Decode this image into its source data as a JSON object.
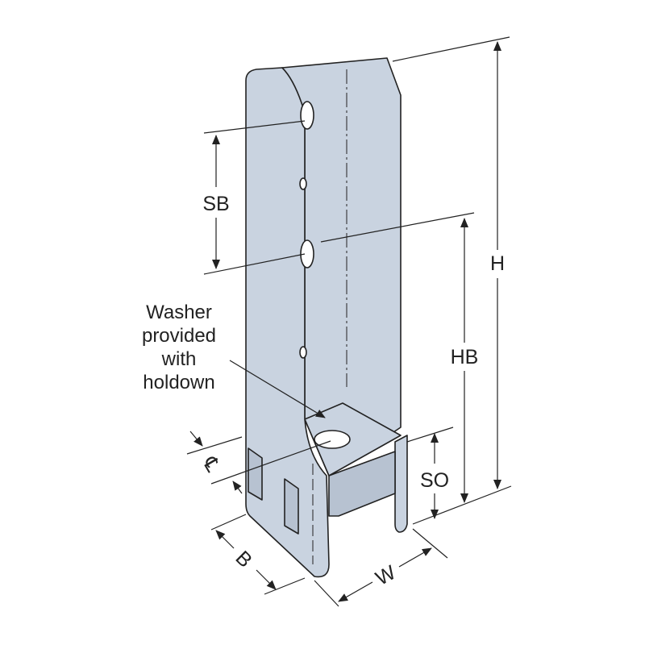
{
  "colors": {
    "metal": "#c9d3e0",
    "metal_shade": "#b7c2d1",
    "line": "#222222",
    "background": "#ffffff"
  },
  "dimensions": {
    "height": "H",
    "hole_bolt_height": "HB",
    "screw_bolt_spacing": "SB",
    "seat_offset": "SO",
    "width": "W",
    "base": "B",
    "centerline": "℄"
  },
  "callout": {
    "lines": [
      "Washer",
      "provided",
      "with",
      "holdown"
    ]
  }
}
